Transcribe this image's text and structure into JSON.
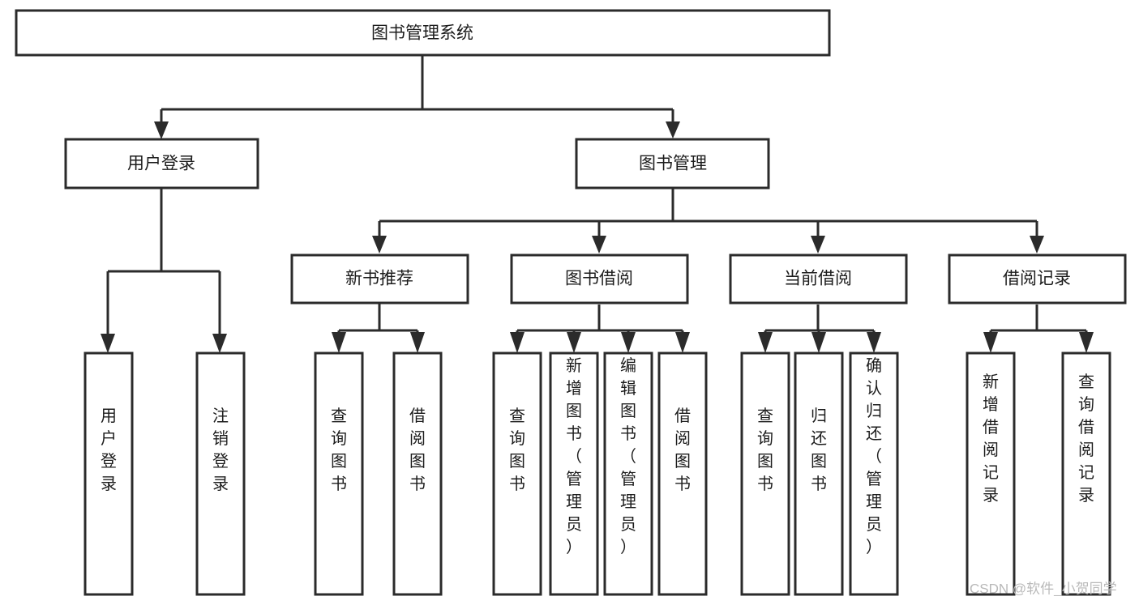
{
  "diagram": {
    "title": "图书管理系统",
    "type": "tree-hierarchy",
    "watermark": "CSDN @软件_小贺同学",
    "colors": {
      "stroke": "#2b2b2b",
      "fill": "#ffffff",
      "text": "#1c1c1c",
      "watermark": "#b9b9b9",
      "background": "#ffffff"
    },
    "levels": {
      "root": "图书管理系统",
      "level2": [
        "用户登录",
        "图书管理"
      ],
      "level3": [
        "新书推荐",
        "图书借阅",
        "当前借阅",
        "借阅记录"
      ]
    },
    "nodes": {
      "root": {
        "label": "图书管理系统"
      },
      "user_login": {
        "label": "用户登录"
      },
      "book_manage": {
        "label": "图书管理"
      },
      "new_book_rec": {
        "label": "新书推荐"
      },
      "book_borrow": {
        "label": "图书借阅"
      },
      "current_borrow": {
        "label": "当前借阅"
      },
      "borrow_record": {
        "label": "借阅记录"
      }
    },
    "leaves": {
      "user_login": [
        {
          "label": "用户登录"
        },
        {
          "label": "注销登录"
        }
      ],
      "new_book_rec": [
        {
          "label": "查询图书"
        },
        {
          "label": "借阅图书"
        }
      ],
      "book_borrow": [
        {
          "label": "查询图书"
        },
        {
          "label": "新增图书（管理员）"
        },
        {
          "label": "编辑图书（管理员）"
        },
        {
          "label": "借阅图书"
        }
      ],
      "current_borrow": [
        {
          "label": "查询图书"
        },
        {
          "label": "归还图书"
        },
        {
          "label": "确认归还（管理员）"
        }
      ],
      "borrow_record": [
        {
          "label": "新增借阅记录"
        },
        {
          "label": "查询借阅记录"
        }
      ]
    }
  }
}
